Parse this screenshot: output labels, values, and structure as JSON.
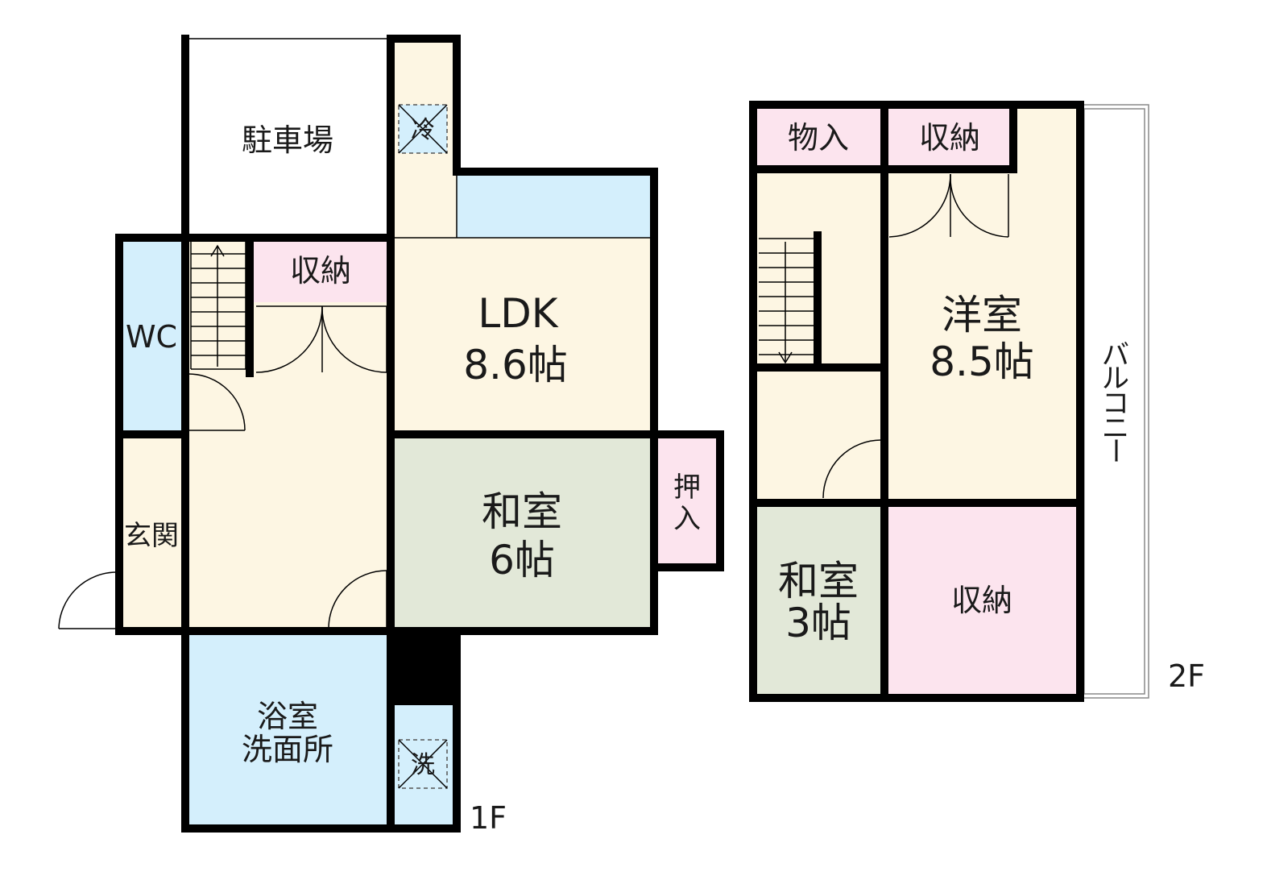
{
  "floor1": {
    "label": "1F",
    "rooms": {
      "parking": "駐車場",
      "fridge": "冷",
      "storage": "収納",
      "wc": "WC",
      "ldk_name": "LDK",
      "ldk_size": "8.6帖",
      "washitsu_name": "和室",
      "washitsu_size": "6帖",
      "oshiire_1": "押",
      "oshiire_2": "入",
      "genkan": "玄関",
      "bath_1": "浴室",
      "bath_2": "洗面所",
      "washer": "洗"
    }
  },
  "floor2": {
    "label": "2F",
    "rooms": {
      "monoire": "物入",
      "storage_top": "収納",
      "youshitsu_name": "洋室",
      "youshitsu_size": "8.5帖",
      "balcony": [
        "バ",
        "ル",
        "コ",
        "ニ",
        "ー"
      ],
      "washitsu_name": "和室",
      "washitsu_size": "3帖",
      "storage_big": "収納"
    }
  },
  "colors": {
    "cream": "#fdf6e3",
    "light_blue": "#d4effc",
    "pink": "#fce4ee",
    "tatami_green": "#e2e8d8",
    "wall": "#000000"
  }
}
